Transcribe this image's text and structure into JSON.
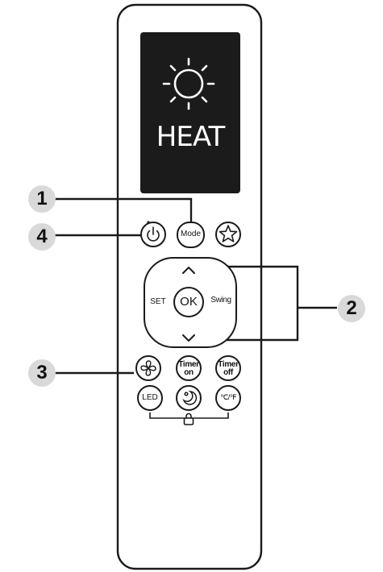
{
  "display": {
    "mode_text": "HEAT",
    "icon": "sun-icon"
  },
  "buttons": {
    "mode": "Mode",
    "ok": "OK",
    "set": "SET",
    "swing": "Swing",
    "timer_on_top": "Timer",
    "timer_on_bottom": "on",
    "timer_off_top": "Timer",
    "timer_off_bottom": "off",
    "led": "LED",
    "temp_unit": "℃/℉",
    "power_icon": "power-icon",
    "favorite_icon": "star-icon",
    "fan_icon": "fan-icon",
    "sleep_icon": "moon-icon",
    "up_icon": "chevron-up-icon",
    "down_icon": "chevron-down-icon",
    "lock_icon": "lock-icon"
  },
  "callouts": [
    "1",
    "2",
    "3",
    "4"
  ],
  "colors": {
    "screen": "#1b1b1b",
    "outline": "#1a1a1a",
    "callout_fill": "#d9d9d9"
  }
}
